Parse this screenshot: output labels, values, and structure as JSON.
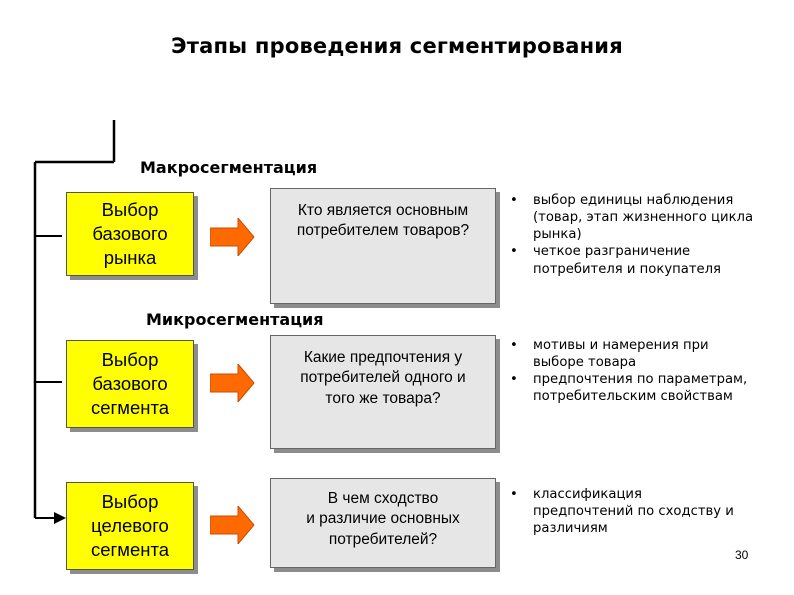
{
  "title": "Этапы проведения сегментирования",
  "sections": {
    "macro": "Макросегментация",
    "micro": "Микросегментация"
  },
  "rows": [
    {
      "box_lines": [
        "Выбор",
        "базового",
        "рынка"
      ],
      "question_lines": [
        "Кто является основным",
        "потребителем товаров?"
      ],
      "bullets": [
        [
          "выбор единицы наблюдения",
          "(товар, этап жизненного цикла",
          "рынка)"
        ],
        [
          "четкое разграничение",
          "потребителя и покупателя"
        ]
      ]
    },
    {
      "box_lines": [
        "Выбор",
        "базового",
        "сегмента"
      ],
      "question_lines": [
        "Какие предпочтения у",
        "потребителей одного и",
        "того же товара?"
      ],
      "bullets": [
        [
          "мотивы и намерения при",
          "выборе товара"
        ],
        [
          "предпочтения по параметрам,",
          "потребительским свойствам"
        ]
      ]
    },
    {
      "box_lines": [
        "Выбор",
        "целевого",
        "сегмента"
      ],
      "question_lines": [
        "В чем сходство",
        "и различие основных",
        "потребителей?"
      ],
      "bullets": [
        [
          "классификация",
          "предпочтений по сходству и",
          "различиям"
        ]
      ]
    }
  ],
  "bullet_glyph": "•",
  "page_number": "30",
  "colors": {
    "stage_box": "#ffff00",
    "question_box": "#e6e6e6",
    "arrow": "#ff6a00",
    "shadow": "#8c8c8c"
  }
}
